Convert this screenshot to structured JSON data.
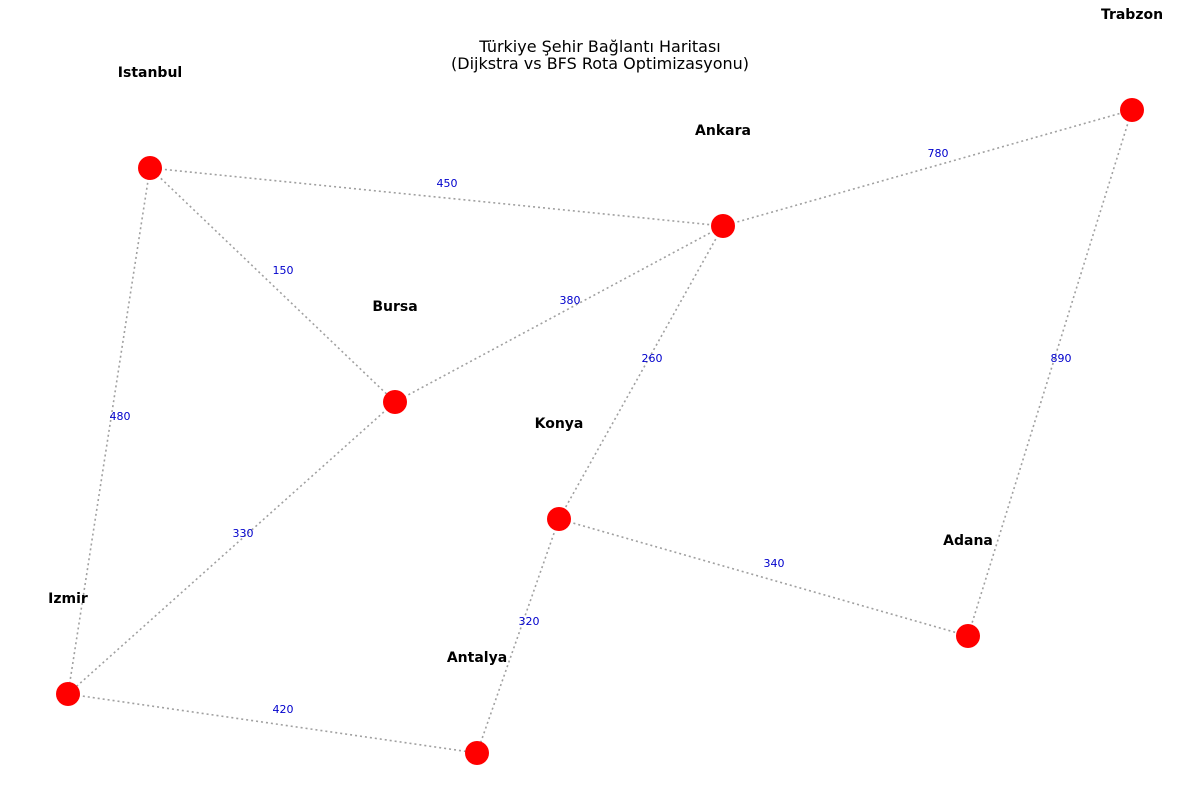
{
  "title": {
    "line1": "Türkiye Şehir Bağlantı Haritası",
    "line2": "(Dijkstra vs BFS Rota Optimizasyonu)"
  },
  "colors": {
    "node": "#ff0000",
    "edge": "#a0a0a0",
    "edge_label": "#0000cc",
    "city_label": "#000000"
  },
  "cities": [
    {
      "id": "istanbul",
      "name": "Istanbul"
    },
    {
      "id": "ankara",
      "name": "Ankara"
    },
    {
      "id": "trabzon",
      "name": "Trabzon"
    },
    {
      "id": "bursa",
      "name": "Bursa"
    },
    {
      "id": "konya",
      "name": "Konya"
    },
    {
      "id": "adana",
      "name": "Adana"
    },
    {
      "id": "izmir",
      "name": "Izmir"
    },
    {
      "id": "antalya",
      "name": "Antalya"
    }
  ],
  "edges": [
    {
      "from": "istanbul",
      "to": "ankara",
      "distance": "450"
    },
    {
      "from": "istanbul",
      "to": "bursa",
      "distance": "150"
    },
    {
      "from": "istanbul",
      "to": "izmir",
      "distance": "480"
    },
    {
      "from": "ankara",
      "to": "trabzon",
      "distance": "780"
    },
    {
      "from": "ankara",
      "to": "bursa",
      "distance": "380"
    },
    {
      "from": "ankara",
      "to": "konya",
      "distance": "260"
    },
    {
      "from": "trabzon",
      "to": "adana",
      "distance": "890"
    },
    {
      "from": "bursa",
      "to": "izmir",
      "distance": "330"
    },
    {
      "from": "konya",
      "to": "adana",
      "distance": "340"
    },
    {
      "from": "konya",
      "to": "antalya",
      "distance": "320"
    },
    {
      "from": "izmir",
      "to": "antalya",
      "distance": "420"
    }
  ]
}
